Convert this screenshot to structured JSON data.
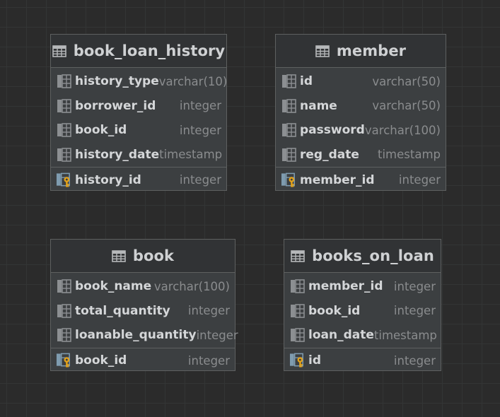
{
  "tables": [
    {
      "name": "book_loan_history",
      "columns": [
        {
          "name": "history_type",
          "type": "varchar(10)"
        },
        {
          "name": "borrower_id",
          "type": "integer"
        },
        {
          "name": "book_id",
          "type": "integer"
        },
        {
          "name": "history_date",
          "type": "timestamp"
        }
      ],
      "primary_key": {
        "name": "history_id",
        "type": "integer"
      }
    },
    {
      "name": "member",
      "columns": [
        {
          "name": "id",
          "type": "varchar(50)"
        },
        {
          "name": "name",
          "type": "varchar(50)"
        },
        {
          "name": "password",
          "type": "varchar(100)"
        },
        {
          "name": "reg_date",
          "type": "timestamp"
        }
      ],
      "primary_key": {
        "name": "member_id",
        "type": "integer"
      }
    },
    {
      "name": "book",
      "columns": [
        {
          "name": "book_name",
          "type": "varchar(100)"
        },
        {
          "name": "total_quantity",
          "type": "integer"
        },
        {
          "name": "loanable_quantity",
          "type": "integer"
        }
      ],
      "primary_key": {
        "name": "book_id",
        "type": "integer"
      }
    },
    {
      "name": "books_on_loan",
      "columns": [
        {
          "name": "member_id",
          "type": "integer"
        },
        {
          "name": "book_id",
          "type": "integer"
        },
        {
          "name": "loan_date",
          "type": "timestamp"
        }
      ],
      "primary_key": {
        "name": "id",
        "type": "integer"
      }
    }
  ],
  "icons": {
    "table": "table-icon",
    "column": "column-icon",
    "primary_key": "primary-key-column-icon"
  },
  "colors": {
    "background": "#2b2b2b",
    "table_body": "#3c3f41",
    "header": "#313335",
    "key": "#e3a21a",
    "column_icon": "#8c8f92"
  }
}
